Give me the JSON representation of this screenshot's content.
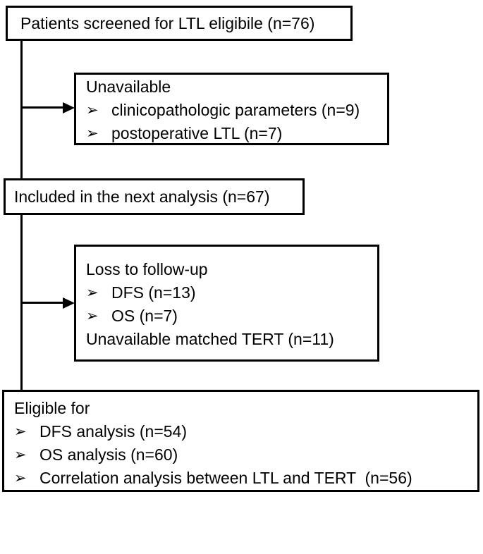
{
  "colors": {
    "ink": "#000000",
    "background": "#ffffff"
  },
  "icons": {
    "bullet_icon": "➢"
  },
  "flowchart": {
    "screened": {
      "text": "Patients screened for LTL eligibile (n=76)"
    },
    "unavailable": {
      "heading": "Unavailable",
      "items": [
        "clinicopathologic parameters (n=9)",
        "postoperative LTL (n=7)"
      ]
    },
    "included": {
      "text": "Included in the next analysis (n=67)"
    },
    "loss_followup": {
      "heading": "Loss to follow-up",
      "items": [
        "DFS (n=13)",
        "OS (n=7)"
      ],
      "footer": "Unavailable matched TERT (n=11)"
    },
    "eligible": {
      "heading": "Eligible for",
      "items": [
        "DFS analysis (n=54)",
        "OS analysis (n=60)",
        "Correlation analysis between LTL and TERT  (n=56)"
      ]
    }
  }
}
